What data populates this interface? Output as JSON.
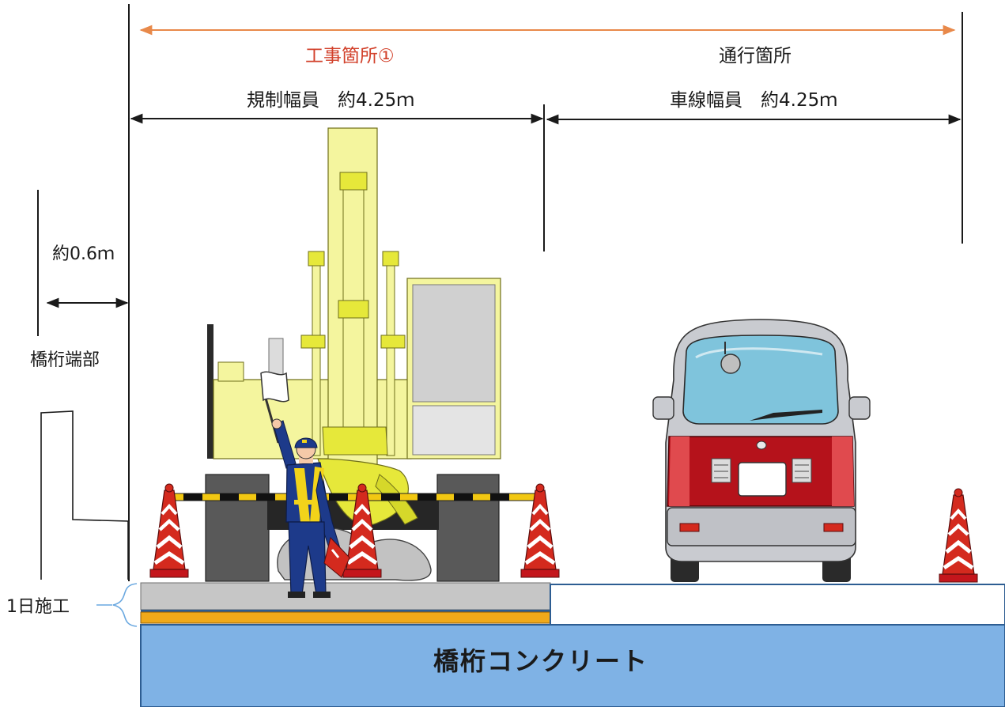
{
  "labels": {
    "work_section": "工事箇所①",
    "passage_section": "通行箇所",
    "regulation_width": "規制幅員　約4.25ｍ",
    "lane_width": "車線幅員　約4.25ｍ",
    "edge_distance": "約0.6ｍ",
    "girder_edge": "橋桁端部",
    "one_day_work": "1日施工",
    "girder_concrete": "橋桁コンクリート"
  },
  "colors": {
    "work_arrow": "#e8894a",
    "work_title": "#d2412b",
    "concrete_fill": "#7fb2e5",
    "pavement": "#c6c6c6",
    "asphalt_stripe": "#f0a91a",
    "excavator": "#f4f59e",
    "excavator_dark": "#e6e83a",
    "cone": "#d42a1e",
    "vehicle_body": "#c9cbd0",
    "vehicle_tail": "#b5121b",
    "windshield": "#7fc4dc",
    "worker_uniform": "#1d3a8a"
  },
  "icons": {
    "excavator": "excavator-icon",
    "worker": "flagman-icon",
    "cone": "traffic-cone-icon",
    "vehicle": "van-rear-icon",
    "barrier": "barrier-bar-icon"
  }
}
